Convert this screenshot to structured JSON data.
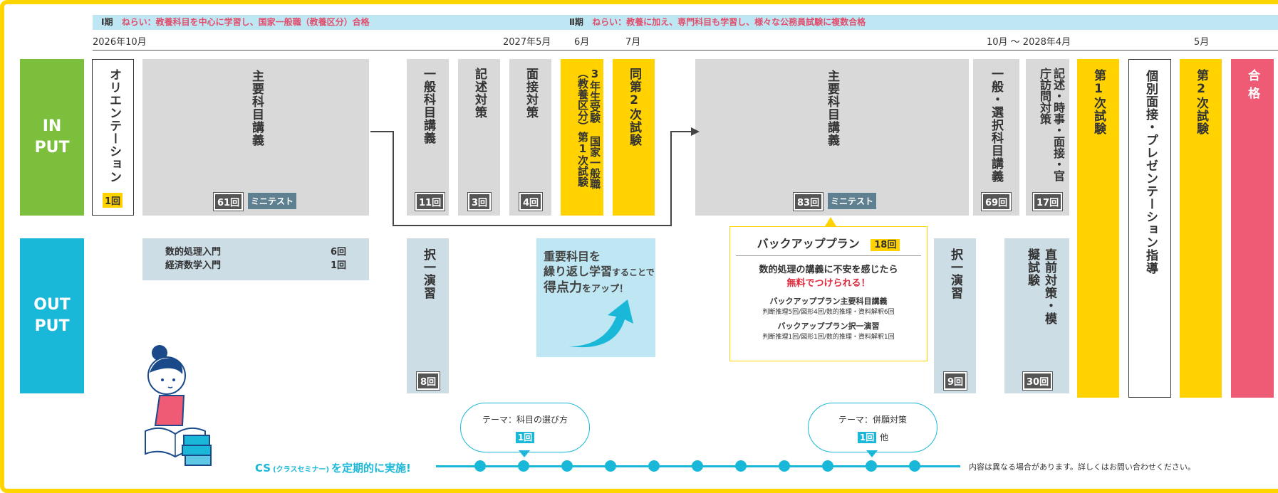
{
  "phase1": {
    "label": "Ⅰ期",
    "aim": "ねらい：教養科目を中心に学習し、国家一般職（教養区分）合格"
  },
  "phase2": {
    "label": "Ⅱ期",
    "aim": "ねらい：教養に加え、専門科目も学習し、様々な公務員試験に複数合格"
  },
  "dates": {
    "d1": "2026年10月",
    "d2": "2027年5月",
    "d3": "6月",
    "d4": "7月",
    "d5": "10月 〜 2028年4月",
    "d6": "5月"
  },
  "rows": {
    "input": "IN PUT",
    "output": "OUT PUT"
  },
  "input_blocks": {
    "orientation": {
      "label": "オリエンテーション",
      "count": "1回"
    },
    "main1": {
      "label": "主要科目講義",
      "count": "61回",
      "tag": "ミニテスト"
    },
    "general": {
      "label": "一般科目講義",
      "count": "11回"
    },
    "essay": {
      "label": "記述対策",
      "count": "3回"
    },
    "interview": {
      "label": "面接対策",
      "count": "4回"
    },
    "exam3": {
      "label": "3年生受験 国家一般職（教養区分）第1次試験"
    },
    "exam3b": {
      "label": "同第2次試験"
    },
    "main2": {
      "label": "主要科目講義",
      "count": "83回",
      "tag": "ミニテスト"
    },
    "general2": {
      "label": "一般・選択科目講義",
      "count": "69回"
    },
    "essay2": {
      "label": "記述・時事・面接・官庁訪問対策",
      "count": "17回"
    },
    "first": {
      "label": "第1次試験"
    },
    "personal": {
      "label": "個別面接・プレゼンテーション指導"
    },
    "second": {
      "label": "第2次試験"
    },
    "pass": {
      "label": "合格"
    }
  },
  "output_blocks": {
    "intro": [
      {
        "name": "数的処理入門",
        "count": "6回"
      },
      {
        "name": "経済数学入門",
        "count": "1回"
      }
    ],
    "drill1": {
      "label": "択一演習",
      "count": "8回"
    },
    "repeat": {
      "line1": "重要科目を",
      "line2a": "繰り返し学習",
      "line2b": "することで",
      "line3a": "得点力",
      "line3b": "をアップ！"
    },
    "drill2": {
      "label": "択一演習",
      "count": "9回"
    },
    "mock": {
      "label": "直前対策・模擬試験",
      "count": "30回"
    }
  },
  "backup": {
    "title": "バックアッププラン",
    "count": "18回",
    "lead": "数的処理の講義に不安を感じたら",
    "free": "無料でつけられる！",
    "item1_title": "バックアッププラン主要科目講義",
    "item1_detail": "判断推理5回/図形4回/数的推理・資料解釈6回",
    "item2_title": "バックアッププラン択一演習",
    "item2_detail": "判断推理1回/図形1回/数的推理・資料解釈1回"
  },
  "seminar": {
    "bubble1_theme": "テーマ：科目の選び方",
    "bubble1_count": "1回",
    "bubble2_theme": "テーマ：併願対策",
    "bubble2_count": "1回",
    "bubble2_more": "他",
    "cs_label": "CS",
    "cs_sub": "(クラスセミナー)",
    "cs_tail": "を定期的に実施!",
    "note": "内容は異なる場合があります。詳しくはお問い合わせください。"
  },
  "colors": {
    "input": "#7bbf3c",
    "output": "#1ab8d8",
    "yellow": "#ffd200",
    "pass": "#ef5a74",
    "phase_bar": "#bfe7f3"
  }
}
